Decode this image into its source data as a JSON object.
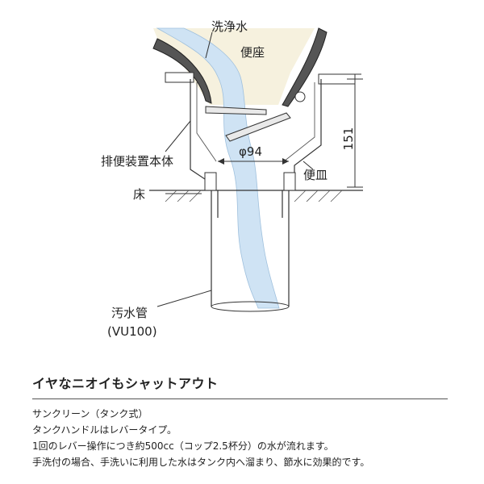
{
  "diagram": {
    "labels": {
      "flush_water": "洗浄水",
      "toilet_seat": "便座",
      "toilet_body": "排便装置本体",
      "floor": "床",
      "toilet_bowl": "便皿",
      "diameter": "φ94",
      "height": "151",
      "drain_pipe": "汚水管",
      "drain_pipe_spec": "(VU100)"
    }
  },
  "info": {
    "heading": "イヤなニオイもシャットアウト",
    "lines": [
      "サンクリーン（タンク式）",
      "タンクハンドルはレバータイプ。",
      "1回のレバー操作につき約500cc（コップ2.5杯分）の水が流れます。",
      "手洗付の場合、手洗いに利用した水はタンク内へ溜まり、節水に効果的です。"
    ]
  },
  "colors": {
    "water": "#cfe3f4",
    "seat": "#f6f1de",
    "line": "#333333"
  }
}
